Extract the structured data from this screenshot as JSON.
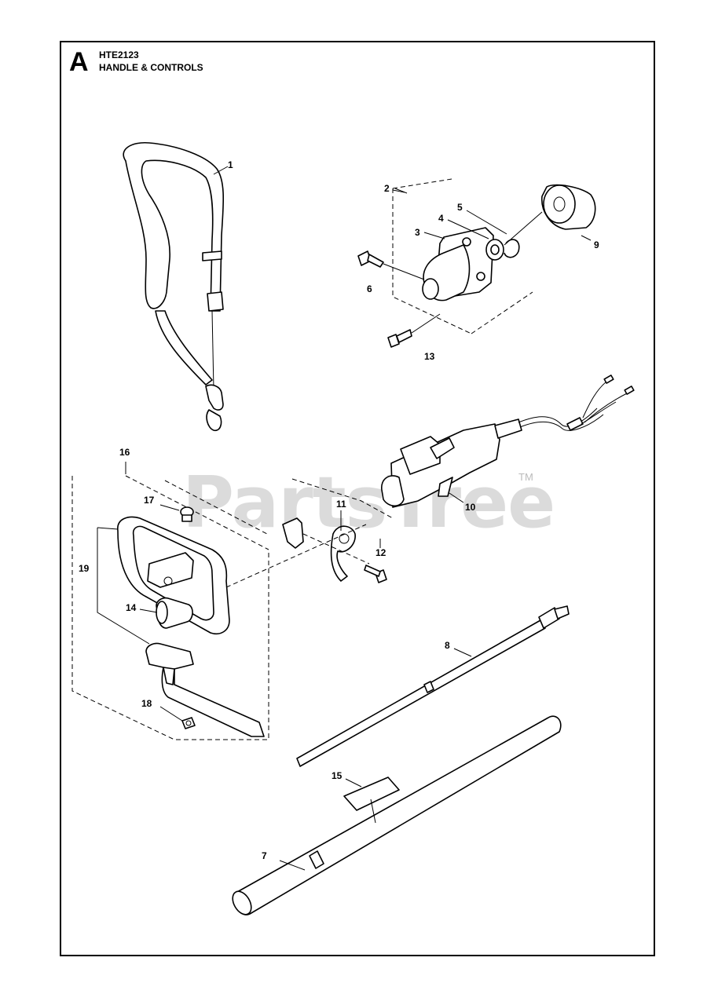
{
  "header": {
    "section_letter": "A",
    "model": "HTE2123",
    "title": "HANDLE & CONTROLS"
  },
  "watermark": {
    "text": "PartsTree",
    "mark": "TM"
  },
  "callouts": [
    "1",
    "2",
    "3",
    "4",
    "5",
    "6",
    "7",
    "8",
    "9",
    "10",
    "11",
    "12",
    "13",
    "14",
    "15",
    "16",
    "17",
    "18",
    "19"
  ]
}
